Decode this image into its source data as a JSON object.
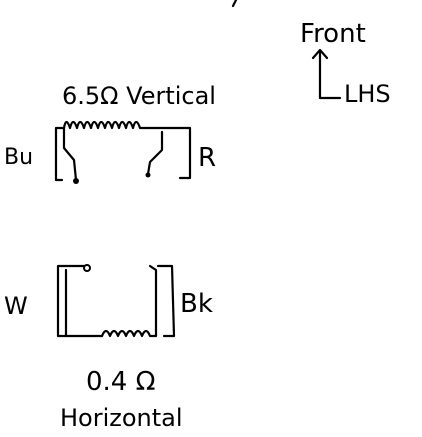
{
  "labels": {
    "front": "Front",
    "vertical_coil": "6.5Ω Vertical",
    "lhs": "LHS",
    "horizontal_resistance": "0.4 Ω",
    "horizontal_coil": "Horizontal"
  },
  "wires": {
    "vertical_left": "Bu",
    "vertical_right": "R",
    "horizontal_left": "W",
    "horizontal_right": "Bk"
  }
}
